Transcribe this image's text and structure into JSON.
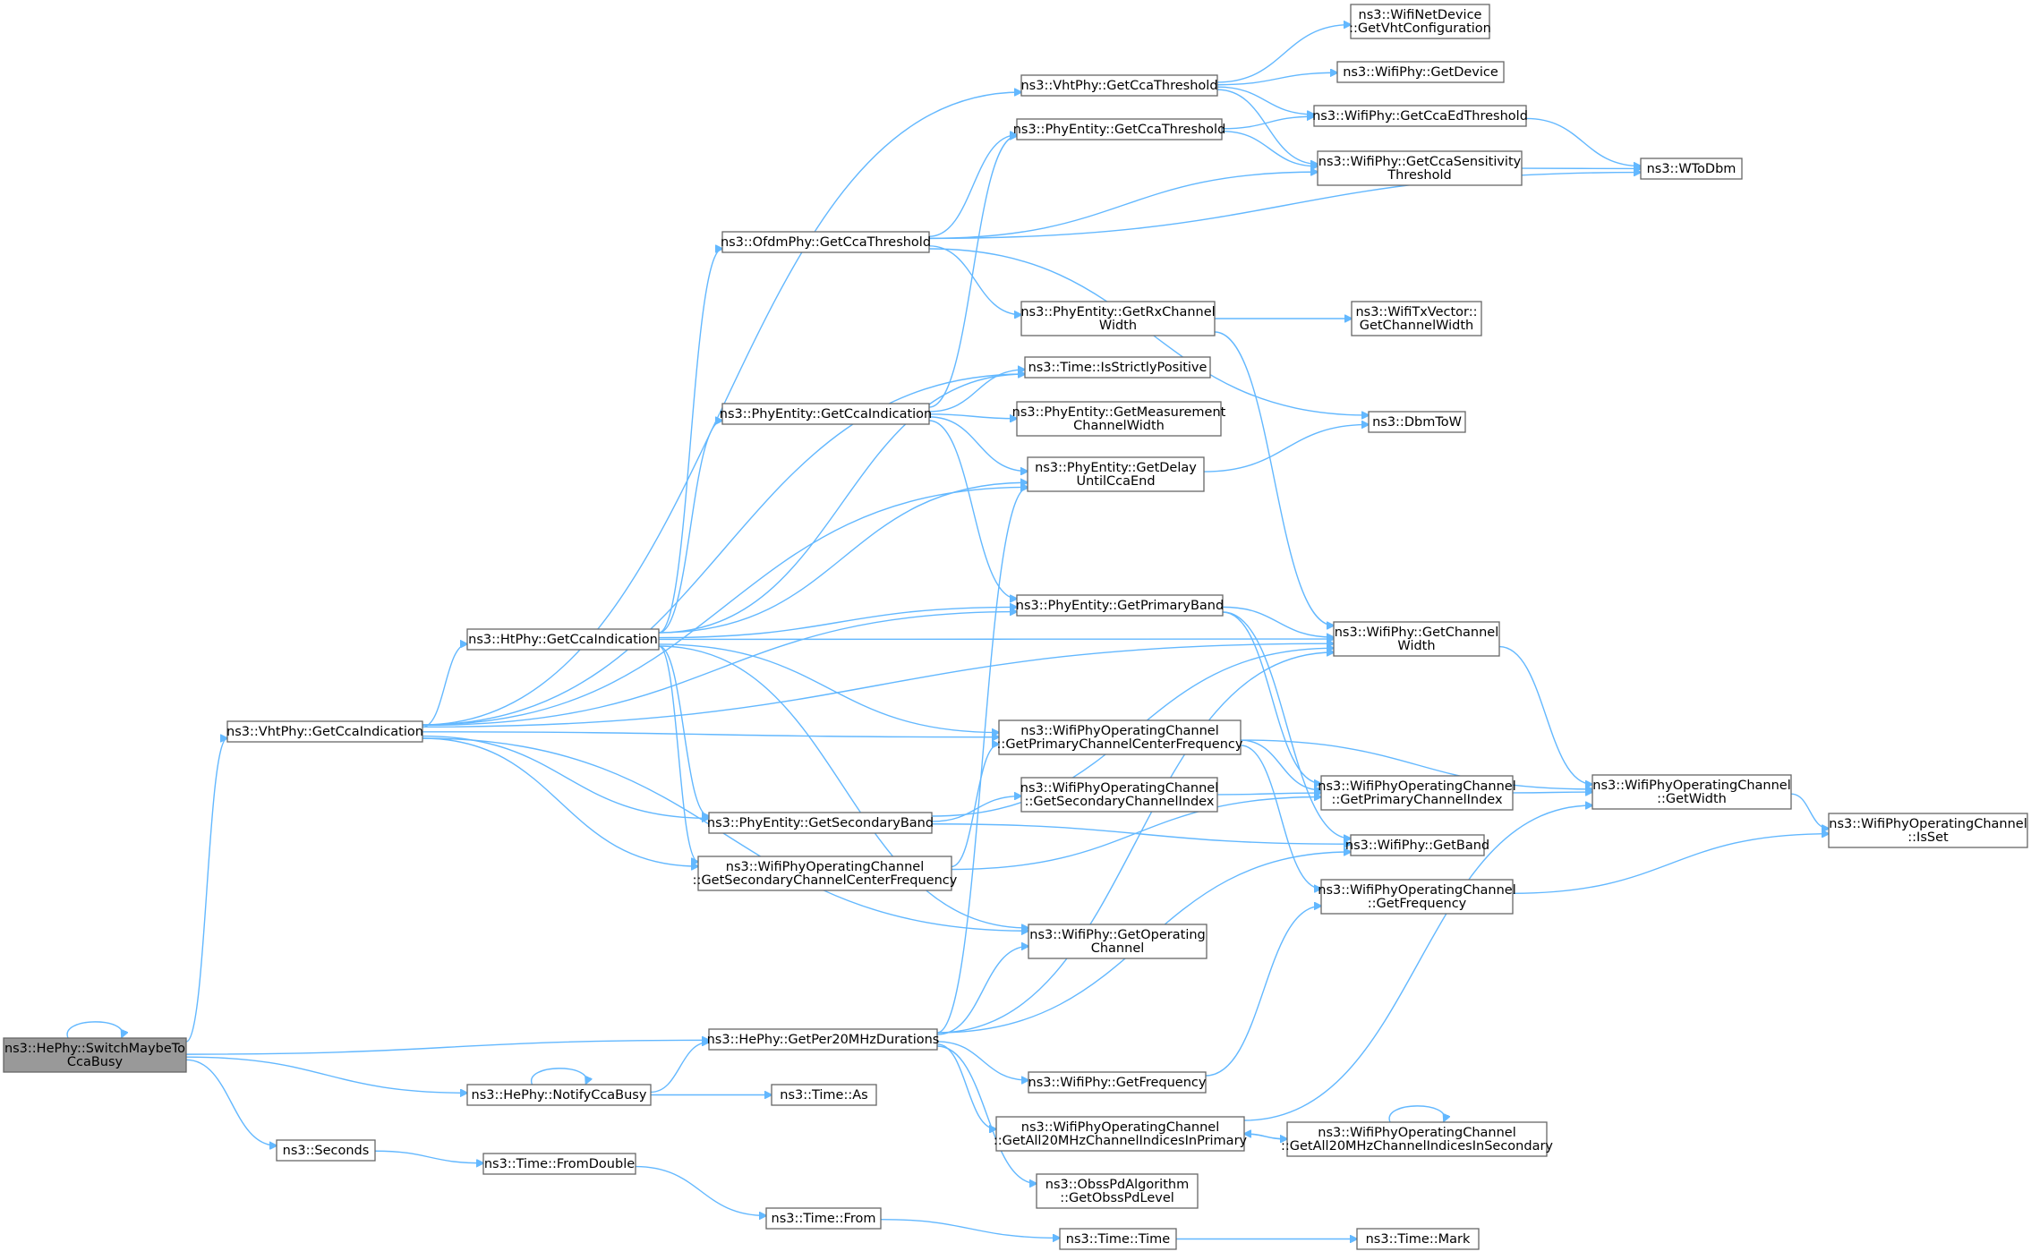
{
  "diagram": {
    "nodes": [
      {
        "id": "switch",
        "lines": [
          "ns3::HePhy::SwitchMaybeTo",
          "CcaBusy"
        ]
      },
      {
        "id": "seconds",
        "lines": [
          "ns3::Seconds"
        ]
      },
      {
        "id": "vhtGetCcaInd",
        "lines": [
          "ns3::VhtPhy::GetCcaIndication"
        ]
      },
      {
        "id": "htGetCcaInd",
        "lines": [
          "ns3::HtPhy::GetCcaIndication"
        ]
      },
      {
        "id": "notifyCcaBusy",
        "lines": [
          "ns3::HePhy::NotifyCcaBusy"
        ]
      },
      {
        "id": "fromDouble",
        "lines": [
          "ns3::Time::FromDouble"
        ]
      },
      {
        "id": "ofdmGetCcaThr",
        "lines": [
          "ns3::OfdmPhy::GetCcaThreshold"
        ]
      },
      {
        "id": "phyGetCcaInd",
        "lines": [
          "ns3::PhyEntity::GetCcaIndication"
        ]
      },
      {
        "id": "phyGetSecBand",
        "lines": [
          "ns3::PhyEntity::GetSecondaryBand"
        ]
      },
      {
        "id": "wpocGetSecCF",
        "lines": [
          "ns3::WifiPhyOperatingChannel",
          "::GetSecondaryChannelCenterFrequency"
        ]
      },
      {
        "id": "heGetPer20",
        "lines": [
          "ns3::HePhy::GetPer20MHzDurations"
        ]
      },
      {
        "id": "timeFrom",
        "lines": [
          "ns3::Time::From"
        ]
      },
      {
        "id": "vhtGetCcaThr",
        "lines": [
          "ns3::VhtPhy::GetCcaThreshold"
        ]
      },
      {
        "id": "phyGetCcaThr",
        "lines": [
          "ns3::PhyEntity::GetCcaThreshold"
        ]
      },
      {
        "id": "phyGetRxCW",
        "lines": [
          "ns3::PhyEntity::GetRxChannel",
          "Width"
        ]
      },
      {
        "id": "timeIsSP",
        "lines": [
          "ns3::Time::IsStrictlyPositive"
        ]
      },
      {
        "id": "phyGetMeasCW",
        "lines": [
          "ns3::PhyEntity::GetMeasurement",
          "ChannelWidth"
        ]
      },
      {
        "id": "phyGetDelay",
        "lines": [
          "ns3::PhyEntity::GetDelay",
          "UntilCcaEnd"
        ]
      },
      {
        "id": "phyGetPrimBand",
        "lines": [
          "ns3::PhyEntity::GetPrimaryBand"
        ]
      },
      {
        "id": "wpocGetPrimCF",
        "lines": [
          "ns3::WifiPhyOperatingChannel",
          "::GetPrimaryChannelCenterFrequency"
        ]
      },
      {
        "id": "wpocGetSecIdx",
        "lines": [
          "ns3::WifiPhyOperatingChannel",
          "::GetSecondaryChannelIndex"
        ]
      },
      {
        "id": "wifiGetOpCh",
        "lines": [
          "ns3::WifiPhy::GetOperating",
          "Channel"
        ]
      },
      {
        "id": "timeAs",
        "lines": [
          "ns3::Time::As"
        ]
      },
      {
        "id": "wifiGetFreq",
        "lines": [
          "ns3::WifiPhy::GetFrequency"
        ]
      },
      {
        "id": "wpocGetAllPrim",
        "lines": [
          "ns3::WifiPhyOperatingChannel",
          "::GetAll20MHzChannelIndicesInPrimary"
        ]
      },
      {
        "id": "obssGet",
        "lines": [
          "ns3::ObssPdAlgorithm",
          "::GetObssPdLevel"
        ]
      },
      {
        "id": "timeTime",
        "lines": [
          "ns3::Time::Time"
        ]
      },
      {
        "id": "wndGetVht",
        "lines": [
          "ns3::WifiNetDevice",
          "::GetVhtConfiguration"
        ]
      },
      {
        "id": "wifiGetDevice",
        "lines": [
          "ns3::WifiPhy::GetDevice"
        ]
      },
      {
        "id": "wifiGetCcaEd",
        "lines": [
          "ns3::WifiPhy::GetCcaEdThreshold"
        ]
      },
      {
        "id": "wifiGetCcaSens",
        "lines": [
          "ns3::WifiPhy::GetCcaSensitivity",
          "Threshold"
        ]
      },
      {
        "id": "wifiTxGetCW",
        "lines": [
          "ns3::WifiTxVector::",
          "GetChannelWidth"
        ]
      },
      {
        "id": "dbmToW",
        "lines": [
          "ns3::DbmToW"
        ]
      },
      {
        "id": "wifiGetCW",
        "lines": [
          "ns3::WifiPhy::GetChannel",
          "Width"
        ]
      },
      {
        "id": "wpocGetPrimIdx",
        "lines": [
          "ns3::WifiPhyOperatingChannel",
          "::GetPrimaryChannelIndex"
        ]
      },
      {
        "id": "wifiGetBand",
        "lines": [
          "ns3::WifiPhy::GetBand"
        ]
      },
      {
        "id": "wpocGetFreq",
        "lines": [
          "ns3::WifiPhyOperatingChannel",
          "::GetFrequency"
        ]
      },
      {
        "id": "wpocGetAllSec",
        "lines": [
          "ns3::WifiPhyOperatingChannel",
          "::GetAll20MHzChannelIndicesInSecondary"
        ]
      },
      {
        "id": "timeMark",
        "lines": [
          "ns3::Time::Mark"
        ]
      },
      {
        "id": "wToDbm",
        "lines": [
          "ns3::WToDbm"
        ]
      },
      {
        "id": "wpocGetWidth",
        "lines": [
          "ns3::WifiPhyOperatingChannel",
          "::GetWidth"
        ]
      },
      {
        "id": "wpocIsSet",
        "lines": [
          "ns3::WifiPhyOperatingChannel",
          "::IsSet"
        ]
      }
    ],
    "edges": [
      [
        "switch",
        "switch"
      ],
      [
        "switch",
        "vhtGetCcaInd"
      ],
      [
        "switch",
        "heGetPer20"
      ],
      [
        "switch",
        "notifyCcaBusy"
      ],
      [
        "switch",
        "seconds"
      ],
      [
        "seconds",
        "fromDouble"
      ],
      [
        "fromDouble",
        "timeFrom"
      ],
      [
        "timeFrom",
        "timeTime"
      ],
      [
        "timeTime",
        "timeMark"
      ],
      [
        "notifyCcaBusy",
        "notifyCcaBusy"
      ],
      [
        "notifyCcaBusy",
        "heGetPer20"
      ],
      [
        "notifyCcaBusy",
        "timeAs"
      ],
      [
        "vhtGetCcaInd",
        "vhtGetCcaThr"
      ],
      [
        "vhtGetCcaInd",
        "timeIsSP"
      ],
      [
        "vhtGetCcaInd",
        "phyGetDelay"
      ],
      [
        "vhtGetCcaInd",
        "wifiGetCW"
      ],
      [
        "vhtGetCcaInd",
        "htGetCcaInd"
      ],
      [
        "vhtGetCcaInd",
        "phyGetPrimBand"
      ],
      [
        "vhtGetCcaInd",
        "wpocGetPrimCF"
      ],
      [
        "vhtGetCcaInd",
        "phyGetSecBand"
      ],
      [
        "vhtGetCcaInd",
        "wpocGetSecCF"
      ],
      [
        "vhtGetCcaInd",
        "wifiGetOpCh"
      ],
      [
        "htGetCcaInd",
        "ofdmGetCcaThr"
      ],
      [
        "htGetCcaInd",
        "timeIsSP"
      ],
      [
        "htGetCcaInd",
        "phyGetCcaInd"
      ],
      [
        "htGetCcaInd",
        "phyGetDelay"
      ],
      [
        "htGetCcaInd",
        "wifiGetCW"
      ],
      [
        "htGetCcaInd",
        "phyGetPrimBand"
      ],
      [
        "htGetCcaInd",
        "wpocGetPrimCF"
      ],
      [
        "htGetCcaInd",
        "phyGetSecBand"
      ],
      [
        "htGetCcaInd",
        "wpocGetSecCF"
      ],
      [
        "htGetCcaInd",
        "wifiGetOpCh"
      ],
      [
        "ofdmGetCcaThr",
        "phyGetCcaThr"
      ],
      [
        "ofdmGetCcaThr",
        "wifiGetCcaSens"
      ],
      [
        "ofdmGetCcaThr",
        "wToDbm"
      ],
      [
        "ofdmGetCcaThr",
        "phyGetRxCW"
      ],
      [
        "ofdmGetCcaThr",
        "dbmToW"
      ],
      [
        "phyGetCcaInd",
        "phyGetCcaThr"
      ],
      [
        "phyGetCcaInd",
        "timeIsSP"
      ],
      [
        "phyGetCcaInd",
        "phyGetMeasCW"
      ],
      [
        "phyGetCcaInd",
        "phyGetDelay"
      ],
      [
        "phyGetCcaInd",
        "phyGetPrimBand"
      ],
      [
        "phyGetSecBand",
        "wifiGetCW"
      ],
      [
        "phyGetSecBand",
        "wpocGetSecIdx"
      ],
      [
        "phyGetSecBand",
        "wifiGetBand"
      ],
      [
        "wpocGetSecCF",
        "wpocGetPrimCF"
      ],
      [
        "wpocGetSecCF",
        "wpocGetPrimIdx"
      ],
      [
        "heGetPer20",
        "phyGetDelay"
      ],
      [
        "heGetPer20",
        "wifiGetOpCh"
      ],
      [
        "heGetPer20",
        "wifiGetCW"
      ],
      [
        "heGetPer20",
        "wifiGetBand"
      ],
      [
        "heGetPer20",
        "wifiGetFreq"
      ],
      [
        "heGetPer20",
        "wpocGetAllPrim"
      ],
      [
        "heGetPer20",
        "obssGet"
      ],
      [
        "vhtGetCcaThr",
        "wndGetVht"
      ],
      [
        "vhtGetCcaThr",
        "wifiGetDevice"
      ],
      [
        "vhtGetCcaThr",
        "wifiGetCcaEd"
      ],
      [
        "vhtGetCcaThr",
        "wifiGetCcaSens"
      ],
      [
        "phyGetCcaThr",
        "wifiGetCcaEd"
      ],
      [
        "phyGetCcaThr",
        "wifiGetCcaSens"
      ],
      [
        "wifiGetCcaEd",
        "wToDbm"
      ],
      [
        "wifiGetCcaSens",
        "wToDbm"
      ],
      [
        "phyGetRxCW",
        "wifiTxGetCW"
      ],
      [
        "phyGetRxCW",
        "wifiGetCW"
      ],
      [
        "phyGetDelay",
        "dbmToW"
      ],
      [
        "phyGetPrimBand",
        "wifiGetCW"
      ],
      [
        "phyGetPrimBand",
        "wpocGetPrimIdx"
      ],
      [
        "phyGetPrimBand",
        "wifiGetBand"
      ],
      [
        "wpocGetPrimCF",
        "wpocGetWidth"
      ],
      [
        "wpocGetPrimCF",
        "wpocGetPrimIdx"
      ],
      [
        "wpocGetPrimCF",
        "wpocGetFreq"
      ],
      [
        "wpocGetSecIdx",
        "wpocGetPrimIdx"
      ],
      [
        "wifiGetCW",
        "wpocGetWidth"
      ],
      [
        "wpocGetPrimIdx",
        "wpocGetWidth"
      ],
      [
        "wpocGetWidth",
        "wpocIsSet"
      ],
      [
        "wpocGetFreq",
        "wpocIsSet"
      ],
      [
        "wifiGetFreq",
        "wpocGetFreq"
      ],
      [
        "wpocGetAllPrim",
        "wpocGetWidth"
      ],
      [
        "wpocGetAllPrim",
        "wpocGetAllSec"
      ],
      [
        "wpocGetAllSec",
        "wpocGetAllPrim"
      ],
      [
        "wpocGetAllSec",
        "wpocGetAllSec"
      ]
    ]
  }
}
